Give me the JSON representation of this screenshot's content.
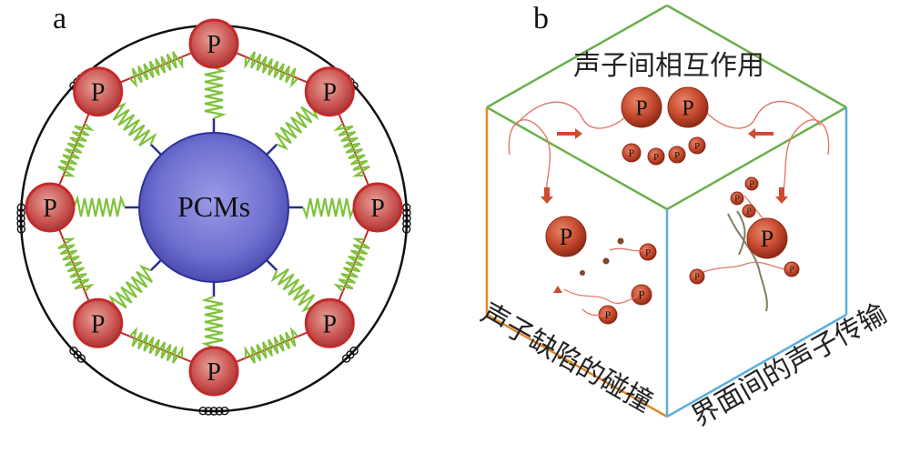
{
  "panel_a": {
    "label": "a",
    "center_label": "PCMs",
    "node_label": "P",
    "colors": {
      "center_fill": "#6f6fd0",
      "node_fill": "#c9514e",
      "node_stroke": "#c42a2a",
      "spring": "#7fc23a",
      "spoke": "#2b2f8a"
    }
  },
  "panel_b": {
    "label": "b",
    "top_text": "声子间相互作用",
    "left_text": "声子缺陷的碰撞",
    "right_text": "界面间的声子传输",
    "phonon_label": "P",
    "colors": {
      "top_edges": "#6ab04c",
      "left_edge": "#e08a2a",
      "right_edge": "#5aaee0",
      "frame": "#555555",
      "phonon": "#c64a2e"
    }
  }
}
